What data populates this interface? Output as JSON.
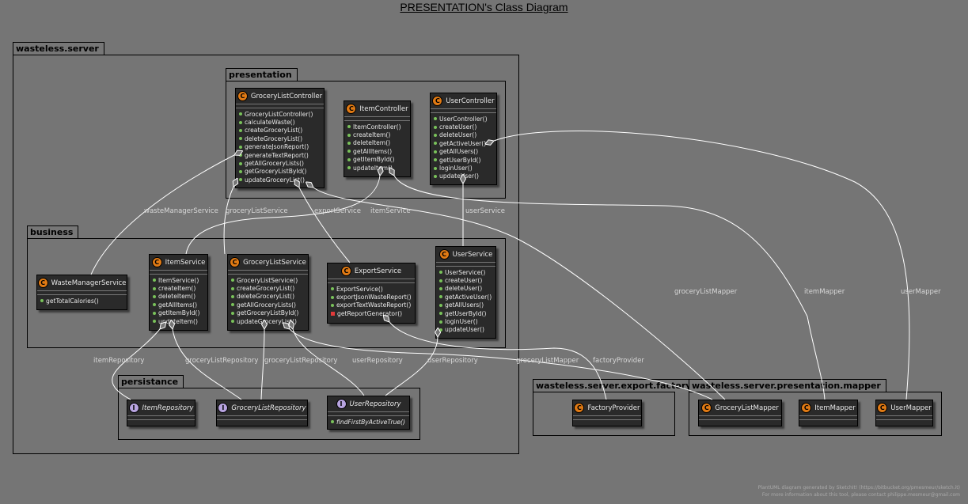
{
  "title": "PRESENTATION's Class Diagram",
  "packages": {
    "server": "wasteless.server",
    "presentation": "presentation",
    "business": "business",
    "persistance": "persistance",
    "export_factory": "wasteless.server.export.factory",
    "presentation_mapper": "wasteless.server.presentation.mapper"
  },
  "classes": {
    "grocery_list_controller": {
      "name": "GroceryListController",
      "methods": [
        "GroceryListController()",
        "calculateWaste()",
        "createGroceryList()",
        "deleteGroceryList()",
        "generateJsonReport()",
        "generateTextReport()",
        "getAllGroceryLists()",
        "getGroceryListById()",
        "updateGroceryList()"
      ]
    },
    "item_controller": {
      "name": "ItemController",
      "methods": [
        "ItemController()",
        "createItem()",
        "deleteItem()",
        "getAllItems()",
        "getItemById()",
        "updateItem()"
      ]
    },
    "user_controller": {
      "name": "UserController",
      "methods": [
        "UserController()",
        "createUser()",
        "deleteUser()",
        "getActiveUser()",
        "getAllUsers()",
        "getUserById()",
        "loginUser()",
        "updateUser()"
      ]
    },
    "waste_manager_service": {
      "name": "WasteManagerService",
      "methods": [
        "getTotalCalories()"
      ]
    },
    "item_service": {
      "name": "ItemService",
      "methods": [
        "ItemService()",
        "createItem()",
        "deleteItem()",
        "getAllItems()",
        "getItemById()",
        "updateItem()"
      ]
    },
    "grocery_list_service": {
      "name": "GroceryListService",
      "methods": [
        "GroceryListService()",
        "createGroceryList()",
        "deleteGroceryList()",
        "getAllGroceryLists()",
        "getGroceryListById()",
        "updateGroceryList()"
      ]
    },
    "export_service": {
      "name": "ExportService",
      "methods": [
        "ExportService()",
        "exportJsonWasteReport()",
        "exportTextWasteReport()",
        "getReportGenerator()"
      ]
    },
    "user_service": {
      "name": "UserService",
      "methods": [
        "UserService()",
        "createUser()",
        "deleteUser()",
        "getActiveUser()",
        "getAllUsers()",
        "getUserById()",
        "loginUser()",
        "updateUser()"
      ]
    },
    "item_repository": {
      "name": "ItemRepository"
    },
    "grocery_list_repository": {
      "name": "GroceryListRepository"
    },
    "user_repository": {
      "name": "UserRepository",
      "methods": [
        "findFirstByActiveTrue()"
      ]
    },
    "factory_provider": {
      "name": "FactoryProvider"
    },
    "grocery_list_mapper": {
      "name": "GroceryListMapper"
    },
    "item_mapper": {
      "name": "ItemMapper"
    },
    "user_mapper": {
      "name": "UserMapper"
    }
  },
  "links": {
    "waste_manager_service": "wasteManagerService",
    "grocery_list_service": "groceryListService",
    "export_service": "exportService",
    "item_service": "itemService",
    "user_service": "userService",
    "grocery_list_mapper_1": "groceryListMapper",
    "item_mapper": "itemMapper",
    "user_mapper": "userMapper",
    "item_repository": "itemRepository",
    "grocery_list_repository_1": "groceryListRepository",
    "grocery_list_repository_2": "groceryListRepository",
    "user_repository_1": "userRepository",
    "user_repository_2": "userRepository",
    "grocery_list_mapper_2": "groceryListMapper",
    "factory_provider": "factoryProvider"
  },
  "footer": {
    "line1": "PlantUML diagram generated by SketchIt! (https://bitbucket.org/pmesmeur/sketch.it)",
    "line2": "For more information about this tool, please contact philippe.mesmeur@gmail.com"
  },
  "colors": {
    "background": "#757575",
    "class_fill": "#2a2a2a",
    "class_badge": "#e07a14",
    "interface_badge": "#b8a4e0",
    "public_marker": "#79c25a",
    "private_marker": "#e23a3a",
    "link": "#ffffff"
  }
}
